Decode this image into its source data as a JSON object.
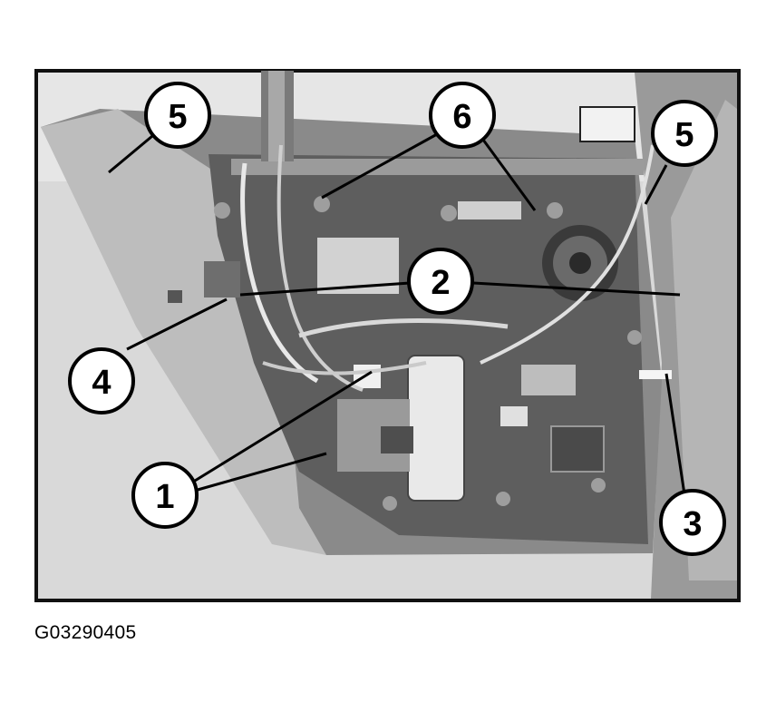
{
  "figure": {
    "callouts": [
      {
        "id": "c5a",
        "label": "5"
      },
      {
        "id": "c6",
        "label": "6"
      },
      {
        "id": "c5b",
        "label": "5"
      },
      {
        "id": "c2",
        "label": "2"
      },
      {
        "id": "c4",
        "label": "4"
      },
      {
        "id": "c1",
        "label": "1"
      },
      {
        "id": "c3",
        "label": "3"
      }
    ],
    "caption": "G03290405"
  },
  "colors": {
    "frame": "#111111",
    "background": "#d4d4d4",
    "door_panel": "#8c8c8c",
    "inner_panel": "#5a5a5a",
    "callout_fill": "#ffffff",
    "callout_stroke": "#000000"
  }
}
